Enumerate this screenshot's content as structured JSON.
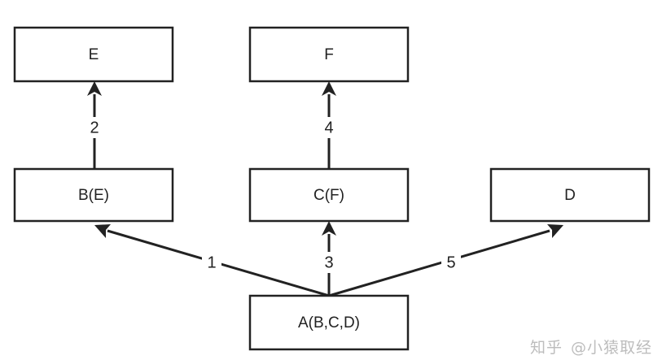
{
  "nodes": [
    {
      "id": "E",
      "label": "E"
    },
    {
      "id": "F",
      "label": "F"
    },
    {
      "id": "BE",
      "label": "B(E)"
    },
    {
      "id": "CF",
      "label": "C(F)"
    },
    {
      "id": "D",
      "label": "D"
    },
    {
      "id": "A",
      "label": "A(B,C,D)"
    }
  ],
  "edges": [
    {
      "id": "e2",
      "from": "BE",
      "to": "E",
      "label": "2"
    },
    {
      "id": "e4",
      "from": "CF",
      "to": "F",
      "label": "4"
    },
    {
      "id": "e1",
      "from": "A",
      "to": "BE",
      "label": "1"
    },
    {
      "id": "e3",
      "from": "A",
      "to": "CF",
      "label": "3"
    },
    {
      "id": "e5",
      "from": "A",
      "to": "D",
      "label": "5"
    }
  ],
  "watermark": {
    "site": "知乎",
    "author": "@小猿取经"
  },
  "colors": {
    "stroke": "#222222",
    "watermark": "#bdbdbd"
  }
}
